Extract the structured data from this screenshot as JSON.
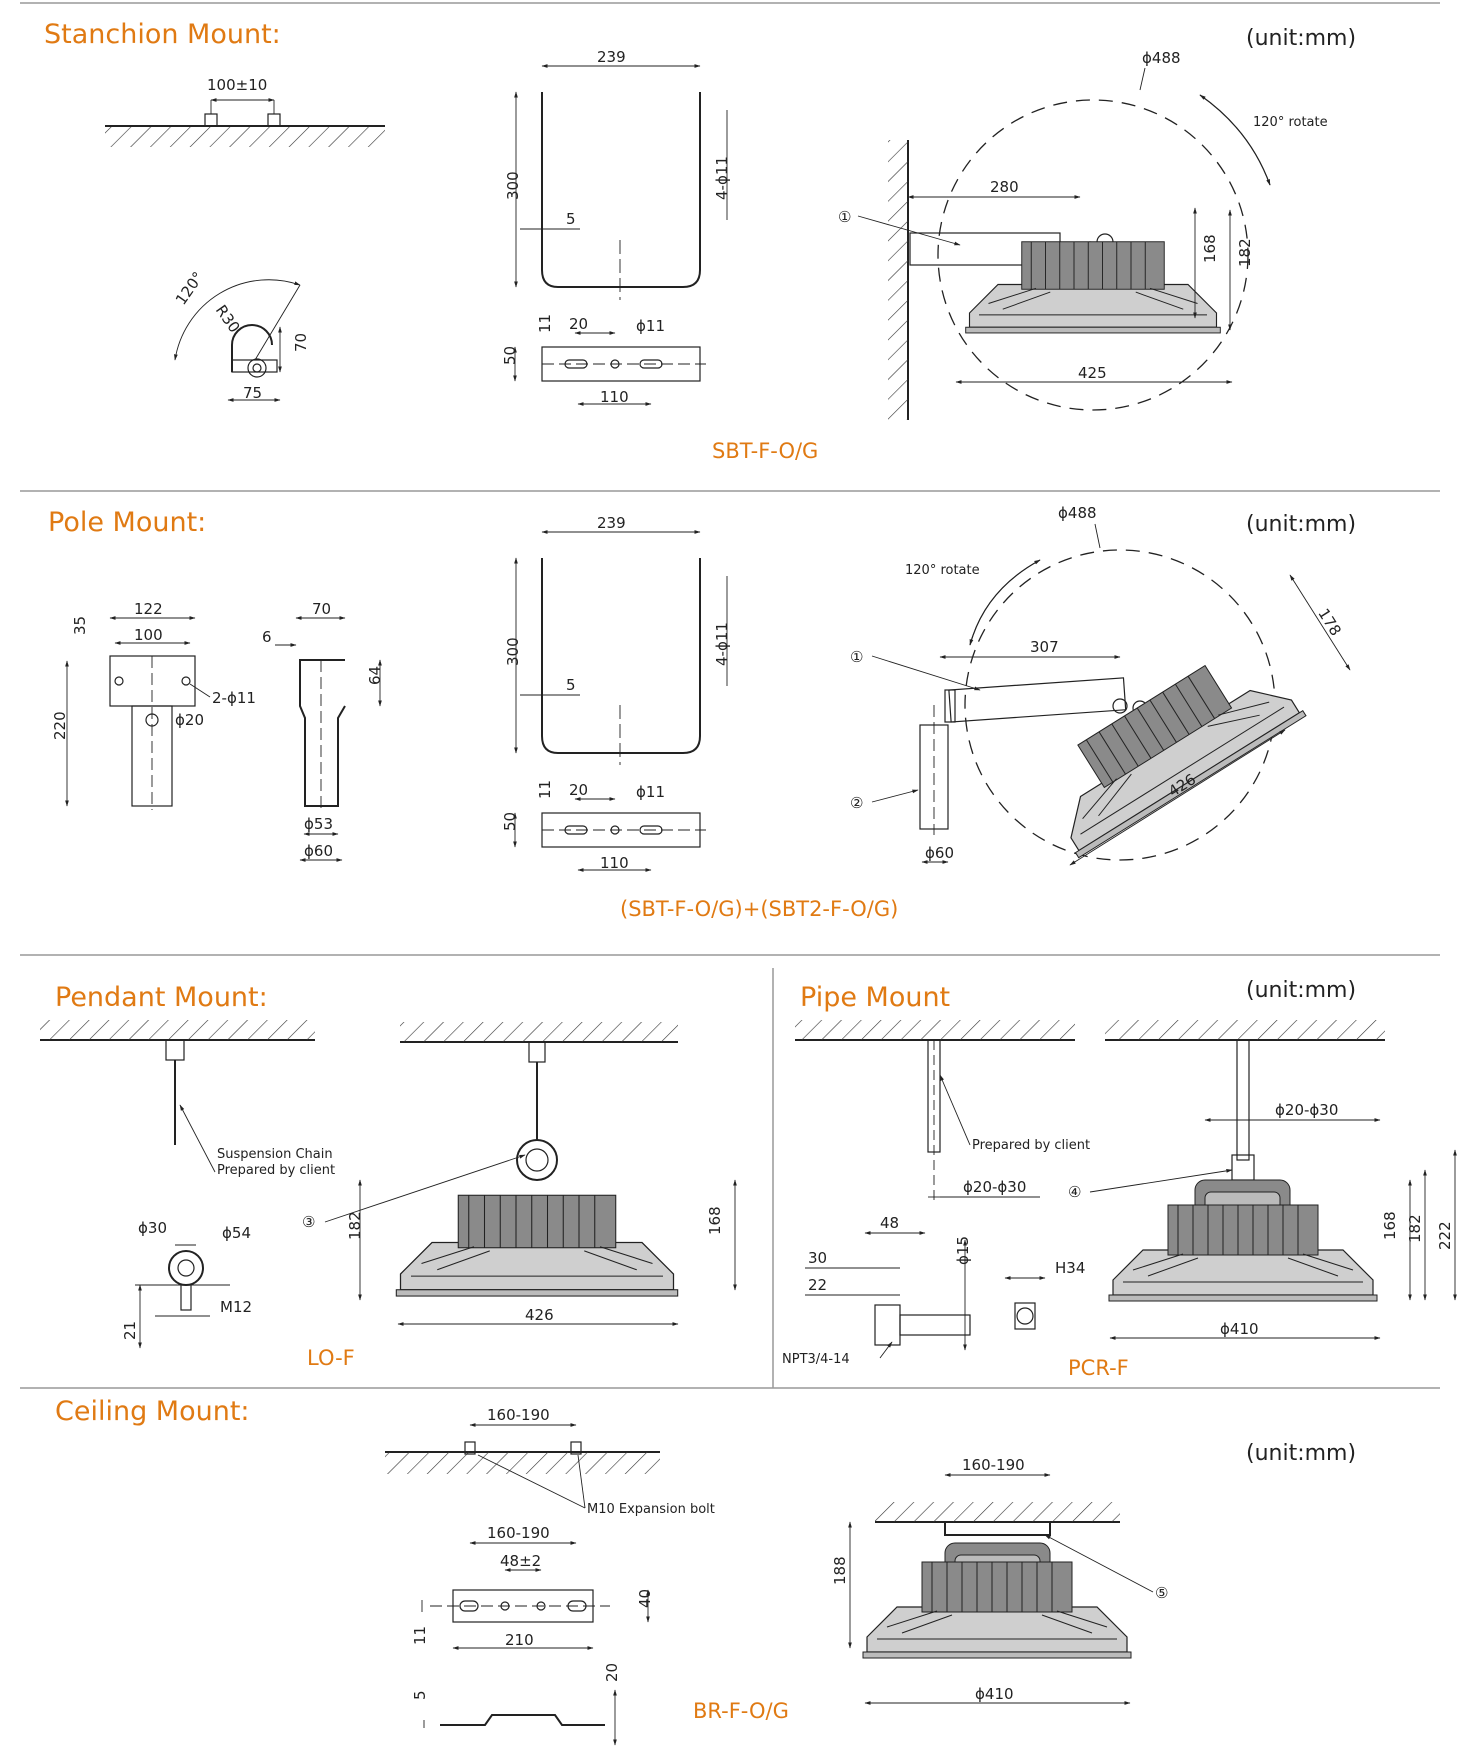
{
  "unit_label": "(unit:mm)",
  "sections": {
    "stanchion": {
      "heading": "Stanchion Mount:",
      "model": "SBT-F-O/G",
      "dims": {
        "bolt_spacing": "100±10",
        "angle": "120°",
        "radius": "R30",
        "h70": "70",
        "w75": "75",
        "w239": "239",
        "h300": "300",
        "t5": "5",
        "holes": "4-ϕ11",
        "h11": "11",
        "w20": "20",
        "hole11": "ϕ11",
        "h50": "50",
        "w110": "110",
        "circle": "ϕ488",
        "rotate": "120° rotate",
        "arm280": "280",
        "h168": "168",
        "h182": "182",
        "w425": "425",
        "callout": "①"
      }
    },
    "pole": {
      "heading": "Pole Mount:",
      "model": "(SBT-F-O/G)+(SBT2-F-O/G)",
      "dims": {
        "w122": "122",
        "w100": "100",
        "h35": "35",
        "h220": "220",
        "holes2": "2-ϕ11",
        "d20": "ϕ20",
        "t6": "6",
        "w70": "70",
        "h64": "64",
        "d53": "ϕ53",
        "d60": "ϕ60",
        "w239": "239",
        "h300": "300",
        "t5": "5",
        "holes": "4-ϕ11",
        "h11": "11",
        "w20": "20",
        "hole11": "ϕ11",
        "h50": "50",
        "w110": "110",
        "circle": "ϕ488",
        "rotate": "120° rotate",
        "arm307": "307",
        "d178": "178",
        "w426": "426",
        "pole60": "ϕ60",
        "callout1": "①",
        "callout2": "②"
      }
    },
    "pendant": {
      "heading": "Pendant Mount:",
      "model": "LO-F",
      "dims": {
        "chain_note_1": "Suspension Chain",
        "chain_note_2": "Prepared by client",
        "d30": "ϕ30",
        "d54": "ϕ54",
        "m12": "M12",
        "h21": "21",
        "h182": "182",
        "h168": "168",
        "w426": "426",
        "callout": "③"
      }
    },
    "pipe": {
      "heading": "Pipe Mount",
      "model": "PCR-F",
      "dims": {
        "pipe_note": "Prepared by client",
        "d20_30": "ϕ20-ϕ30",
        "w48": "48",
        "h30": "30",
        "h22": "22",
        "d15": "ϕ15",
        "h34": "H34",
        "npt": "NPT3/4-14",
        "top_d": "ϕ20-ϕ30",
        "h168": "168",
        "h182": "182",
        "h222": "222",
        "d410": "ϕ410",
        "callout": "④"
      }
    },
    "ceiling": {
      "heading": "Ceiling Mount:",
      "model": "BR-F-O/G",
      "dims": {
        "span1": "160-190",
        "bolt_note": "M10 Expansion bolt",
        "span2": "160-190",
        "w48": "48±2",
        "h40": "40",
        "h11": "11",
        "w210": "210",
        "h5": "5",
        "h20": "20",
        "span3": "160-190",
        "h188": "188",
        "d410": "ϕ410",
        "callout": "⑤"
      }
    }
  }
}
